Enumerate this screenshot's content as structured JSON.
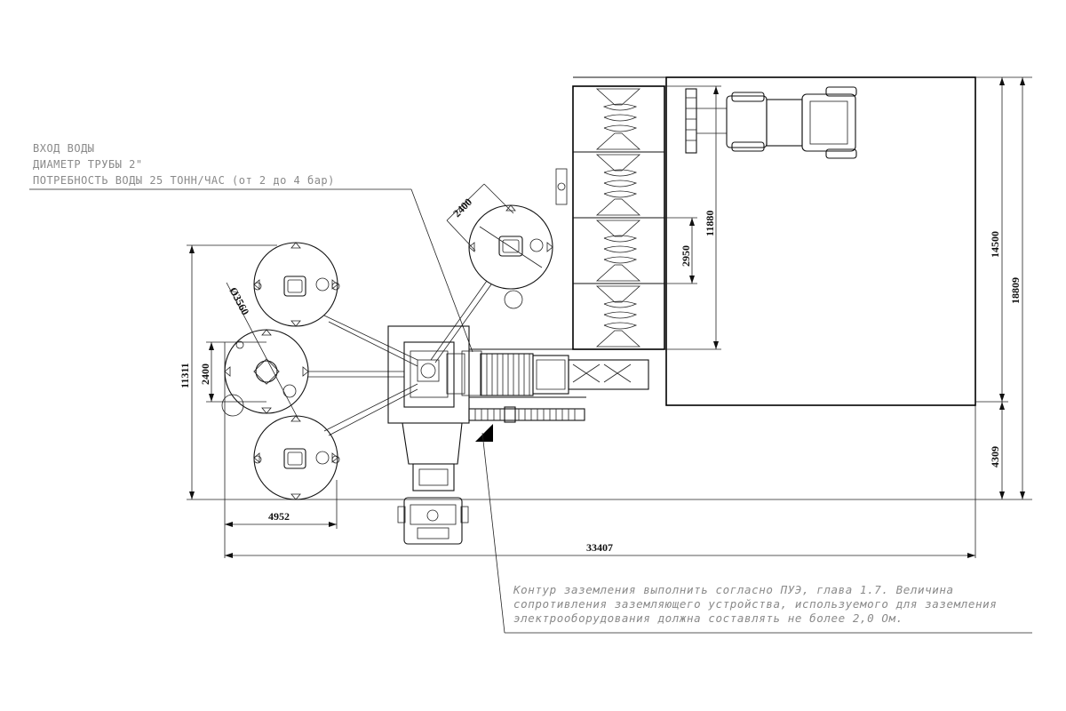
{
  "water_note": {
    "line1": "ВХОД ВОДЫ",
    "line2": "ДИАМЕТР ТРУБЫ 2\"",
    "line3": "ПОТРЕБНОСТЬ  ВОДЫ 25 ТОНН/ЧАС (от 2 до 4 бар)"
  },
  "grounding_note": {
    "line1": "Контур заземления выполнить согласно ПУЭ, глава 1.7. Величина",
    "line2": "сопротивления заземляющего устройства, используемого для заземления",
    "line3": "электрооборудования должна составлять не более 2,0 Ом."
  },
  "dimensions": {
    "silo_width_top": "2400",
    "silo_diameter": "Ø3560",
    "silo_width_left": "2400",
    "left_height": "11311",
    "silo_span": "4952",
    "total_length": "33407",
    "aggregate_bin_module": "2950",
    "aggregate_bins_length": "11880",
    "yard_width": "14500",
    "overall_width": "18809",
    "bottom_offset": "4309"
  }
}
